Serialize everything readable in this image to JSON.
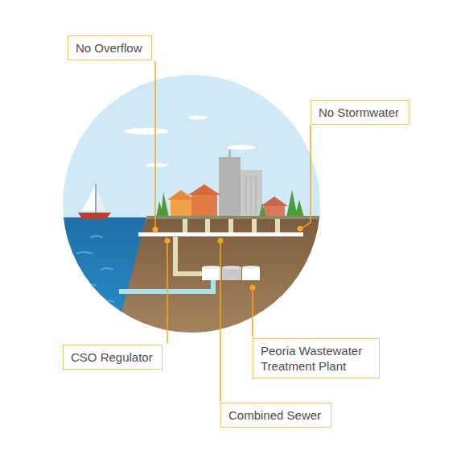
{
  "diagram": {
    "nodes": [
      {
        "text": [
          "No Overflow"
        ]
      },
      {
        "text": [
          "No Stormwater"
        ]
      },
      {
        "text": [
          "CSO Regulator"
        ]
      },
      {
        "text": [
          "Peoria Wastewater Treatment Plant"
        ]
      },
      {
        "text": [
          "Combined Sewer"
        ]
      }
    ]
  }
}
